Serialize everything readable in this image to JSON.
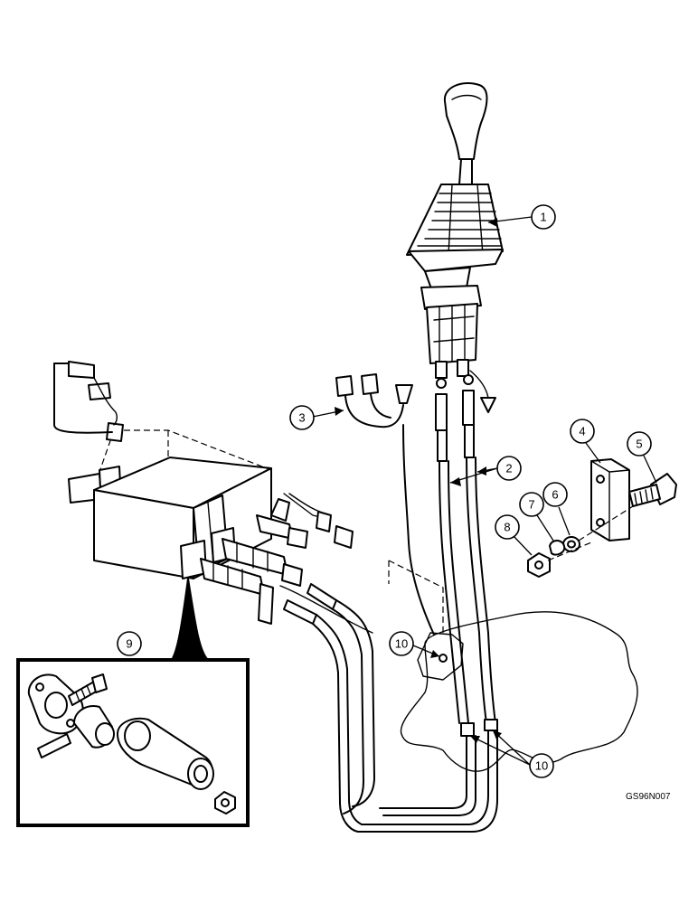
{
  "callouts": [
    {
      "id": "c1",
      "label": "1"
    },
    {
      "id": "c2",
      "label": "2"
    },
    {
      "id": "c3",
      "label": "3"
    },
    {
      "id": "c4",
      "label": "4"
    },
    {
      "id": "c5",
      "label": "5"
    },
    {
      "id": "c6",
      "label": "6"
    },
    {
      "id": "c7",
      "label": "7"
    },
    {
      "id": "c8",
      "label": "8"
    },
    {
      "id": "c9",
      "label": "9"
    },
    {
      "id": "c10a",
      "label": "10"
    },
    {
      "id": "c10b",
      "label": "10"
    }
  ],
  "drawing_code": "GS96N007"
}
